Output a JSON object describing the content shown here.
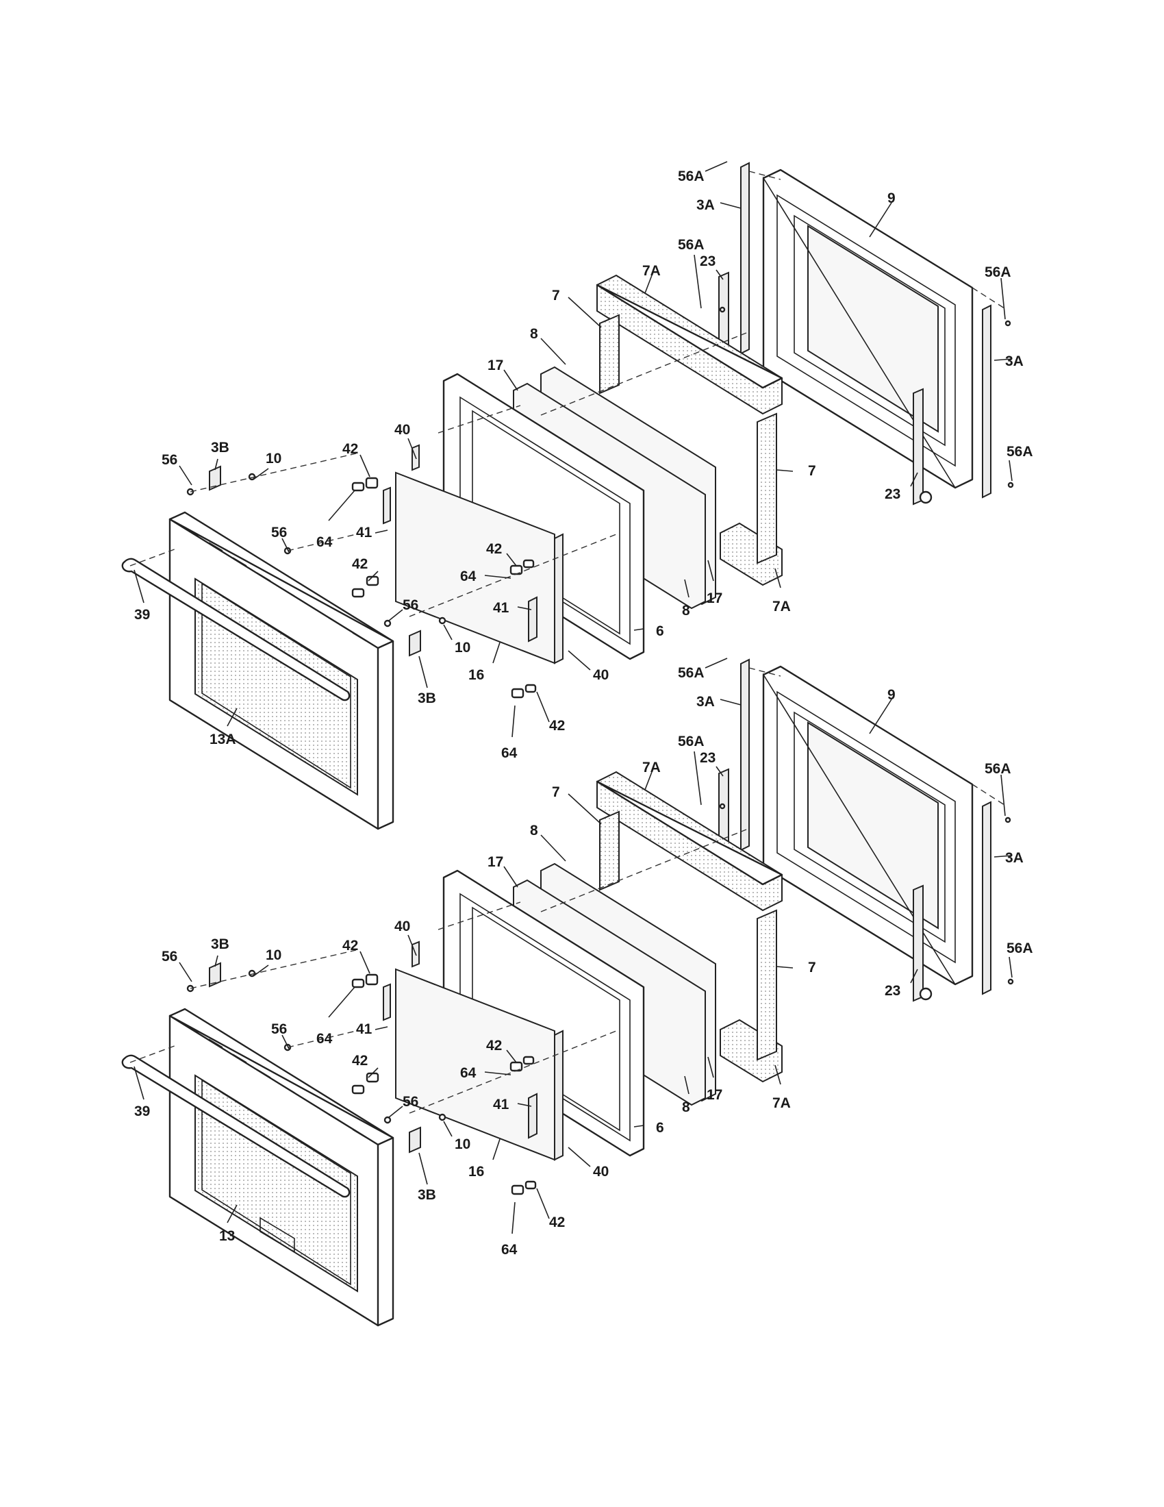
{
  "diagram": {
    "callouts_top": {
      "56A_a": "56A",
      "3A_a": "3A",
      "9": "9",
      "56A_b": "56A",
      "23_a": "23",
      "7A_a": "7A",
      "56A_c": "56A",
      "7_a": "7",
      "3A_b": "3A",
      "8_a": "8",
      "17_a": "17",
      "56A_d": "56A",
      "7_b": "7",
      "23_b": "23",
      "56": "56",
      "3B_a": "3B",
      "10_a": "10",
      "42_a": "42",
      "40_a": "40",
      "56_b": "56",
      "41_a": "41",
      "64_a": "64",
      "42_b": "42",
      "42_c": "42",
      "64_b": "64",
      "39": "39",
      "41_b": "41",
      "56_c": "56",
      "8_b": "8",
      "17_b": "17",
      "7A_b": "7A",
      "10_b": "10",
      "6": "6",
      "16": "16",
      "40_b": "40",
      "3B_b": "3B",
      "42_d": "42",
      "13A": "13A",
      "64_c": "64"
    },
    "callouts_bottom": {
      "56A_a": "56A",
      "3A_a": "3A",
      "9": "9",
      "56A_b": "56A",
      "23_a": "23",
      "7A_a": "7A",
      "56A_c": "56A",
      "7_a": "7",
      "3A_b": "3A",
      "8_a": "8",
      "17_a": "17",
      "7_b": "7",
      "40_a": "40",
      "56": "56",
      "3B_a": "3B",
      "10_a": "10",
      "42_a": "42",
      "23_b": "23",
      "56A_d": "56A",
      "56_b": "56",
      "41_a": "41",
      "64_a": "64",
      "42_b": "42",
      "42_c": "42",
      "64_b": "64",
      "39": "39",
      "41_b": "41",
      "56_c": "56",
      "8_b": "8",
      "17_b": "17",
      "7A_b": "7A",
      "10_b": "10",
      "6": "6",
      "16": "16",
      "40_b": "40",
      "3B_b": "3B",
      "42_d": "42",
      "13": "13",
      "64_c": "64"
    }
  }
}
